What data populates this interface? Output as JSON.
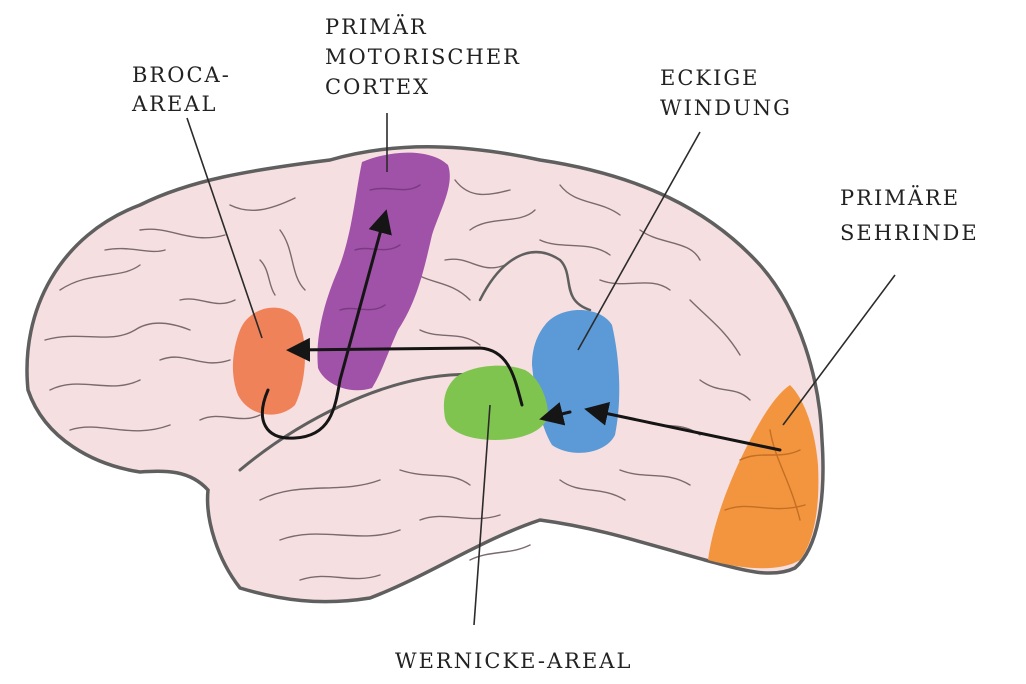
{
  "labels": {
    "broca_line1": "BROCA-",
    "broca_line2": "AREAL",
    "motor_line1": "PRIMÄR",
    "motor_line2": "MOTORISCHER",
    "motor_line3": "CORTEX",
    "angular_line1": "ECKIGE",
    "angular_line2": "WINDUNG",
    "visual_line1": "PRIMÄRE",
    "visual_line2": "SEHRINDE",
    "wernicke": "WERNICKE-AREAL"
  },
  "colors": {
    "brain_fill": "#f6dfe0",
    "brain_outline": "#5f5f5f",
    "broca": "#f0825a",
    "motor_cortex": "#a052a8",
    "angular_gyrus": "#5b9ad6",
    "wernicke": "#80c450",
    "visual_cortex": "#f2953e"
  }
}
